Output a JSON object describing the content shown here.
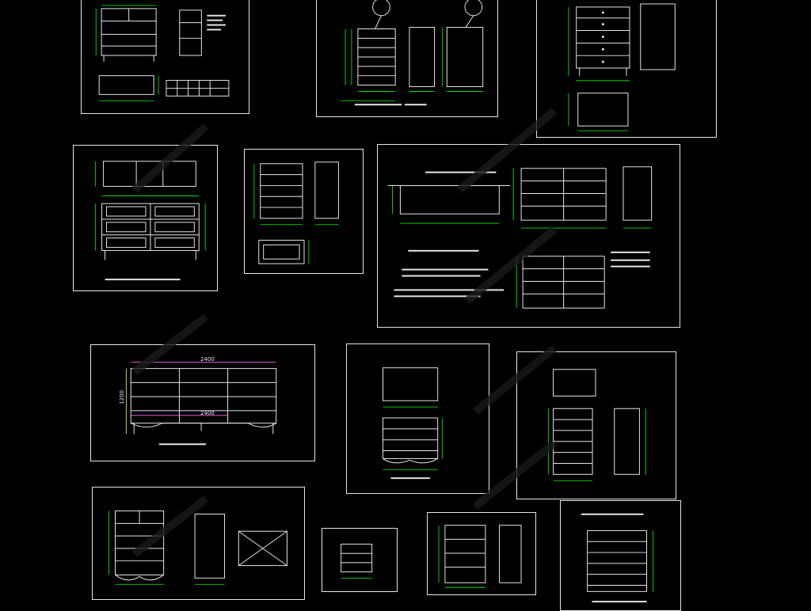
{
  "canvas": {
    "background": "#000000"
  },
  "colors": {
    "line": "#e6e6e6",
    "dimension": "#00ff00",
    "highlight": "#ff66ff",
    "accent": "#ffff66",
    "watermark": "#1c1c1c"
  },
  "watermarks": [],
  "sheets": [
    {
      "id": "s1",
      "labels": []
    },
    {
      "id": "s2",
      "labels": []
    },
    {
      "id": "s3",
      "labels": []
    },
    {
      "id": "s4",
      "labels": []
    },
    {
      "id": "s5",
      "labels": []
    },
    {
      "id": "s6",
      "labels": []
    },
    {
      "id": "s7",
      "labels": {
        "dim_top": "2400",
        "dim_left": "1200",
        "dim_mid": "2400"
      }
    },
    {
      "id": "s8",
      "labels": []
    },
    {
      "id": "s9",
      "labels": []
    },
    {
      "id": "s10",
      "labels": []
    },
    {
      "id": "s11",
      "labels": []
    },
    {
      "id": "s12",
      "labels": []
    },
    {
      "id": "s13",
      "labels": []
    }
  ]
}
